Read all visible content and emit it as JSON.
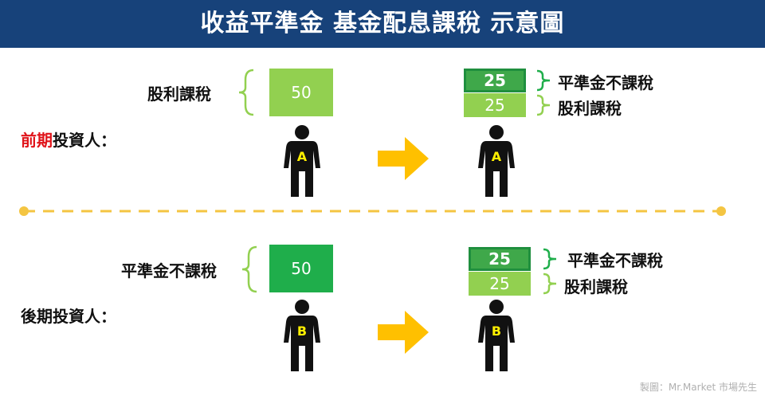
{
  "title": "收益平準金 基金配息課稅 示意圖",
  "colors": {
    "banner": "#17427a",
    "light_green": "#92d050",
    "dark_green": "#1fae4b",
    "arrow": "#ffc000",
    "divider": "#f4c542",
    "highlight_red": "#e0141a"
  },
  "top": {
    "investor_prefix": "前期",
    "investor_suffix": "投資人：",
    "before_label": "股利課稅",
    "before_value": "50",
    "person_letter": "A",
    "after_top_value": "25",
    "after_top_label": "平準金不課稅",
    "after_bottom_value": "25",
    "after_bottom_label": "股利課稅"
  },
  "bottom": {
    "investor_label": "後期投資人：",
    "before_label": "平準金不課稅",
    "before_value": "50",
    "person_letter": "B",
    "after_top_value": "25",
    "after_top_label": "平準金不課稅",
    "after_bottom_value": "25",
    "after_bottom_label": "股利課稅"
  },
  "credit": "製圖：Mr.Market 市場先生"
}
